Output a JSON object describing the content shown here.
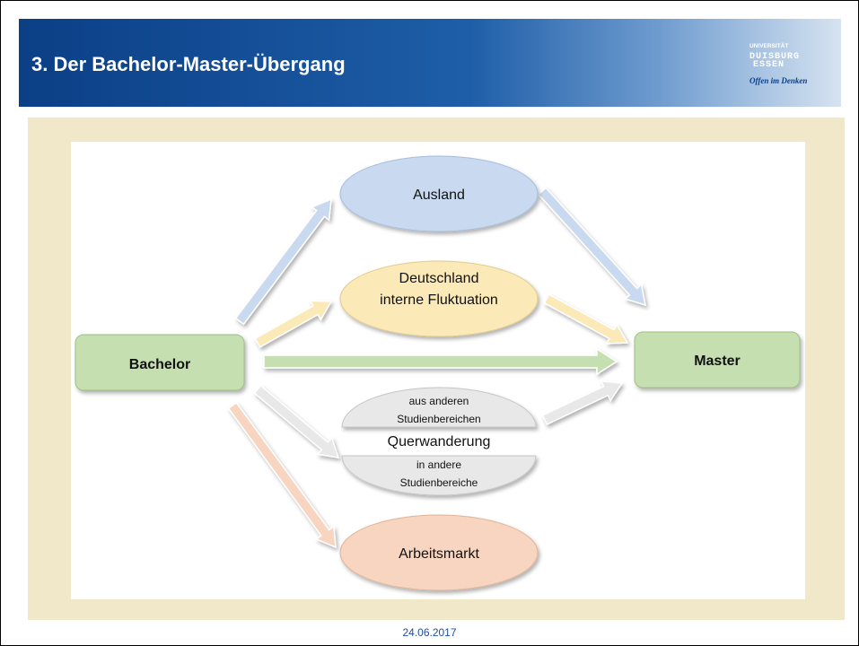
{
  "slide": {
    "title": "3. Der Bachelor-Master-Übergang",
    "date": "24.06.2017"
  },
  "logo": {
    "line1": "UNIVERSITÄT",
    "line2": "DUISBURG",
    "line3": "ESSEN",
    "tagline": "Offen im Denken"
  },
  "diagram": {
    "source": "Bachelor",
    "target": "Master",
    "destinations": {
      "ausland": "Ausland",
      "deutschland_line1": "Deutschland",
      "deutschland_line2": "interne Fluktuation",
      "quer_top_line1": "aus anderen",
      "quer_top_line2": "Studienbereichen",
      "quer_label": "Querwanderung",
      "quer_bottom_line1": "in andere",
      "quer_bottom_line2": "Studienbereiche",
      "arbeitsmarkt": "Arbeitsmarkt"
    }
  },
  "colors": {
    "blue": "#c9daf0",
    "yellow": "#fbe9b8",
    "green": "#c6dfb0",
    "grey": "#e8e8e8",
    "orange": "#f7d5c0"
  }
}
